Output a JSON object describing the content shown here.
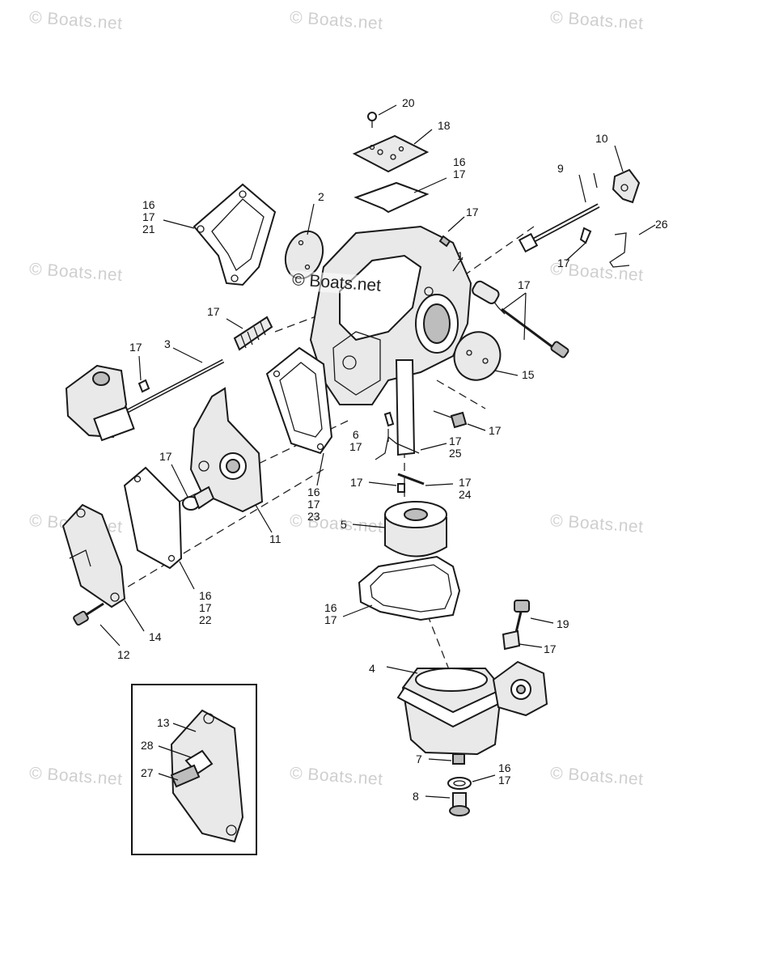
{
  "watermark": "© Boats.net",
  "center_watermark": "© Boats.net",
  "callouts": {
    "c1": [
      "1"
    ],
    "c2": [
      "2"
    ],
    "c3": [
      "3"
    ],
    "c4": [
      "4"
    ],
    "c5": [
      "5"
    ],
    "c6": [
      "6",
      "17"
    ],
    "c7": [
      "7"
    ],
    "c8": [
      "8"
    ],
    "c9": [
      "9"
    ],
    "c10": [
      "10"
    ],
    "c11": [
      "11"
    ],
    "c12": [
      "12"
    ],
    "c13": [
      "13"
    ],
    "c14": [
      "14"
    ],
    "c15": [
      "15"
    ],
    "c16_17_topcenter": [
      "16",
      "17"
    ],
    "c16_17_21": [
      "16",
      "17",
      "21"
    ],
    "c16_17_23": [
      "16",
      "17",
      "23"
    ],
    "c16_17_22": [
      "16",
      "17",
      "22"
    ],
    "c16_17_gasket": [
      "16",
      "17"
    ],
    "c16_17_bottom": [
      "16",
      "17"
    ],
    "c17_topright": [
      "17"
    ],
    "c17_shaft": [
      "17"
    ],
    "c17_spring_right": [
      "17"
    ],
    "c17_spring_left": [
      "17"
    ],
    "c17_screw_left": [
      "17"
    ],
    "c17_plug_left": [
      "17"
    ],
    "c17_screw_right": [
      "17"
    ],
    "c17_25": [
      "17",
      "25"
    ],
    "c17_small": [
      "17"
    ],
    "c17_24": [
      "17",
      "24"
    ],
    "c17_spring_bottom": [
      "17"
    ],
    "c18": [
      "18"
    ],
    "c19": [
      "19"
    ],
    "c20": [
      "20"
    ],
    "c26": [
      "26"
    ],
    "c27": [
      "27"
    ],
    "c28": [
      "28"
    ]
  }
}
